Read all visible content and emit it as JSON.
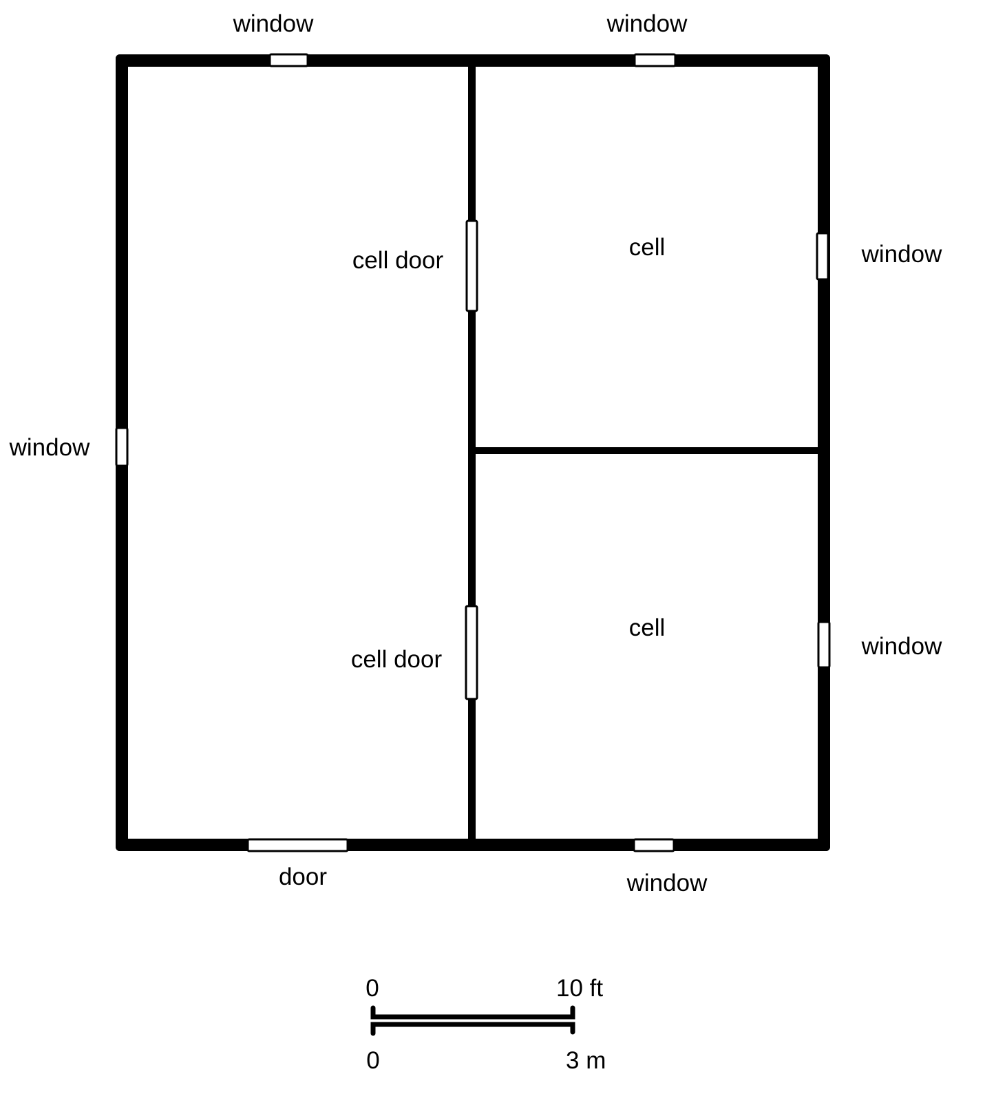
{
  "labels": {
    "window_top_left": "window",
    "window_top_right": "window",
    "window_left": "window",
    "window_right_upper": "window",
    "window_right_lower": "window",
    "window_bottom": "window",
    "door": "door",
    "cell_door_upper": "cell door",
    "cell_door_lower": "cell door",
    "cell_upper": "cell",
    "cell_lower": "cell"
  },
  "scale_bar": {
    "imperial_start": "0",
    "imperial_end": "10 ft",
    "metric_start": "0",
    "metric_end": "3 m"
  }
}
